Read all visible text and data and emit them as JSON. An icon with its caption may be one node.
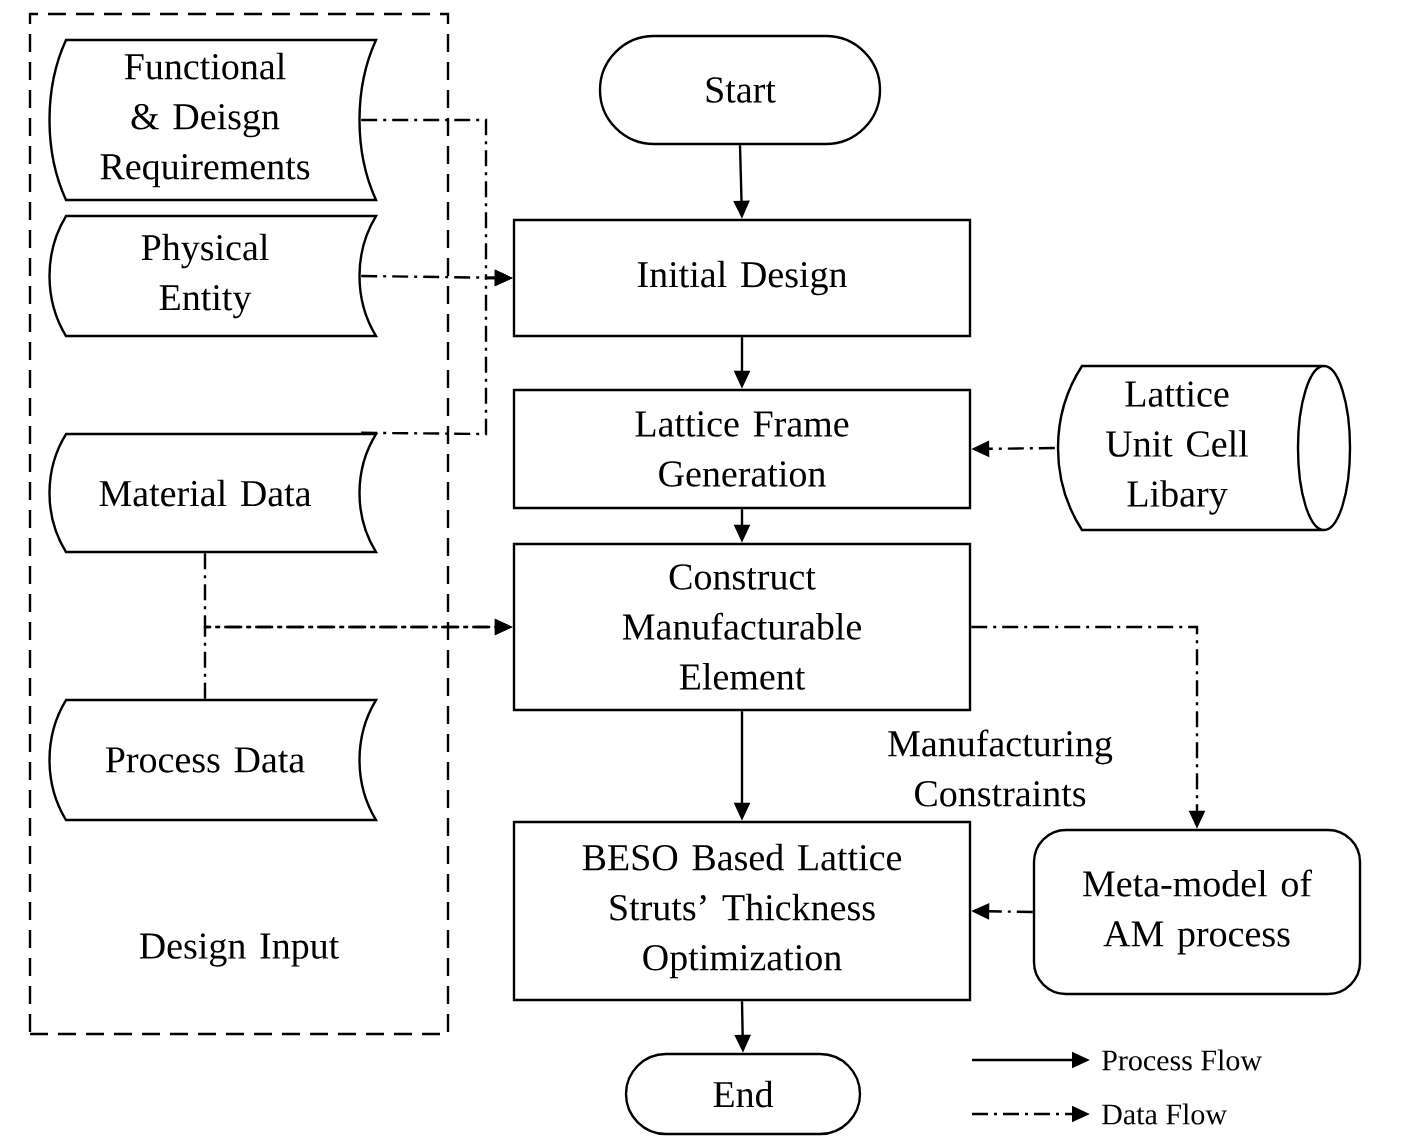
{
  "diagram": {
    "nodes": [
      {
        "text": [
          "Design Input"
        ]
      },
      {
        "text": [
          "Functional & Deisgn Requirements"
        ],
        "in": 0
      },
      {
        "text": [
          "Physical Entity"
        ],
        "in": 0
      },
      {
        "text": [
          "Material Data"
        ],
        "in": 0
      },
      {
        "text": [
          "Process Data"
        ],
        "in": 0
      },
      {
        "text": [
          "Start"
        ]
      },
      {
        "text": [
          "Initial Design"
        ]
      },
      {
        "text": [
          "Lattice Frame Generation"
        ]
      },
      {
        "text": [
          "Lattice Unit Cell Libary"
        ]
      },
      {
        "text": [
          "Construct Manufacturable Element"
        ]
      },
      {
        "text": [
          "BESO Based Lattice Struts’ Thickness Optimization"
        ]
      },
      {
        "text": [
          "Meta-model of AM process"
        ]
      },
      {
        "text": [
          "End"
        ]
      }
    ],
    "edges": [
      {
        "from": 5,
        "to": 6,
        "arrow": "to"
      },
      {
        "from": 6,
        "to": 7,
        "arrow": "to"
      },
      {
        "from": 7,
        "to": 9,
        "arrow": "to"
      },
      {
        "from": 9,
        "to": 10,
        "arrow": "to"
      },
      {
        "from": 10,
        "to": 12,
        "arrow": "to"
      },
      {
        "from": 1,
        "to": 6,
        "arrow": "to",
        "style": "dashed"
      },
      {
        "from": 2,
        "to": 6,
        "arrow": "to",
        "style": "dashed"
      },
      {
        "from": 3,
        "to": 6,
        "arrow": "to",
        "style": "dashed"
      },
      {
        "from": 8,
        "to": 7,
        "arrow": "to",
        "style": "dashed"
      },
      {
        "from": 3,
        "to": 9,
        "arrow": "to",
        "style": "dashed"
      },
      {
        "from": 4,
        "to": 9,
        "arrow": "to",
        "style": "dashed"
      },
      {
        "from": 9,
        "to": 11,
        "arrow": "to",
        "style": "dashed",
        "label": "Manufacturing Constraints"
      },
      {
        "from": 11,
        "to": 10,
        "arrow": "to",
        "style": "dashed"
      }
    ],
    "legend": [
      {
        "text": "Process Flow"
      },
      {
        "text": "Data Flow"
      }
    ]
  }
}
